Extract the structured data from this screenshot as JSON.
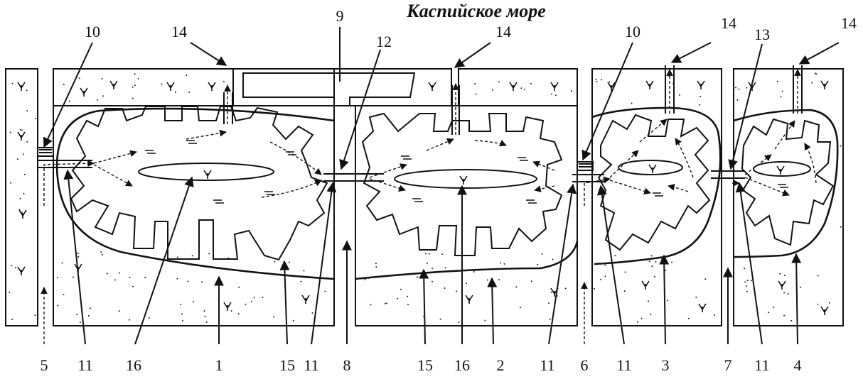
{
  "title": "Каспийское море",
  "labels": {
    "l1": "1",
    "l2": "2",
    "l3": "3",
    "l4": "4",
    "l5": "5",
    "l6": "6",
    "l7": "7",
    "l8": "8",
    "l9": "9",
    "l10": "10",
    "l11": "11",
    "l12": "12",
    "l13": "13",
    "l14": "14",
    "l15": "15",
    "l16": "16"
  },
  "colors": {
    "ink": "#111111",
    "background": "#ffffff"
  }
}
